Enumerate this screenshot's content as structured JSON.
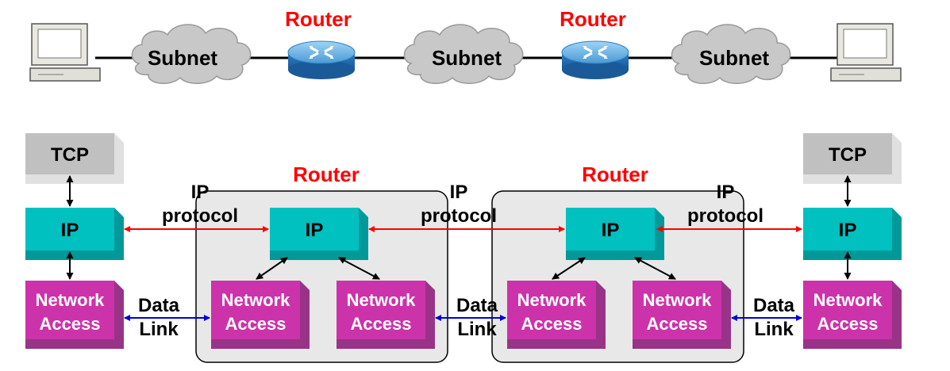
{
  "top": {
    "subnets": [
      "Subnet",
      "Subnet",
      "Subnet"
    ],
    "routers": [
      "Router",
      "Router"
    ]
  },
  "stack": {
    "left_host": {
      "tcp": "TCP",
      "ip": "IP",
      "na_line1": "Network",
      "na_line2": "Access"
    },
    "right_host": {
      "tcp": "TCP",
      "ip": "IP",
      "na_line1": "Network",
      "na_line2": "Access"
    },
    "router1": {
      "label": "Router",
      "ip": "IP",
      "na_left_line1": "Network",
      "na_left_line2": "Access",
      "na_right_line1": "Network",
      "na_right_line2": "Access"
    },
    "router2": {
      "label": "Router",
      "ip": "IP",
      "na_left_line1": "Network",
      "na_left_line2": "Access",
      "na_right_line1": "Network",
      "na_right_line2": "Access"
    },
    "ip_protocol_labels": [
      {
        "line1": "IP",
        "line2": "protocol"
      },
      {
        "line1": "IP",
        "line2": "protocol"
      },
      {
        "line1": "IP",
        "line2": "protocol"
      }
    ],
    "data_link_labels": [
      {
        "line1": "Data",
        "line2": "Link"
      },
      {
        "line1": "Data",
        "line2": "Link"
      },
      {
        "line1": "Data",
        "line2": "Link"
      }
    ]
  },
  "colors": {
    "router_label": "#ff0000",
    "ip_box": "#00c0c0",
    "tcp_box": "#c0c0c0",
    "network_access_box": "#cc33aa",
    "ip_arrow": "#ff0000",
    "data_link_arrow": "#0000dd",
    "router_panel": "#e8e8e8"
  }
}
